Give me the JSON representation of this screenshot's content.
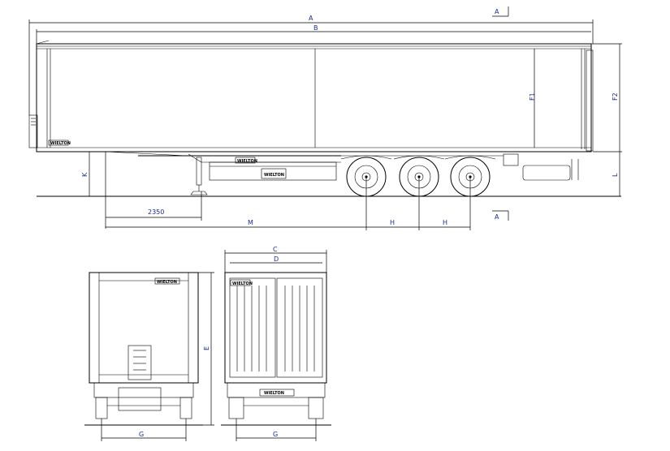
{
  "brand_plates": {
    "side_body": "WIELTON",
    "side_chassis": "WIELTON",
    "side_box": "WIELTON",
    "rear_body": "WIELTON",
    "rear_doors": "WIELTON",
    "rear_bumper": "WIELTON"
  },
  "dimension_labels": {
    "A": "A",
    "B": "B",
    "C": "C",
    "D": "D",
    "E": "E",
    "F1": "F1",
    "F2": "F2",
    "G_front": "G",
    "G_rear": "G",
    "H1": "H",
    "H2": "H",
    "K": "K",
    "L": "L",
    "M": "M",
    "kingpin_distance": "2350",
    "section_top": "A",
    "section_bottom": "A"
  },
  "colors": {
    "line": "#000000",
    "label": "#1a2a9a"
  }
}
